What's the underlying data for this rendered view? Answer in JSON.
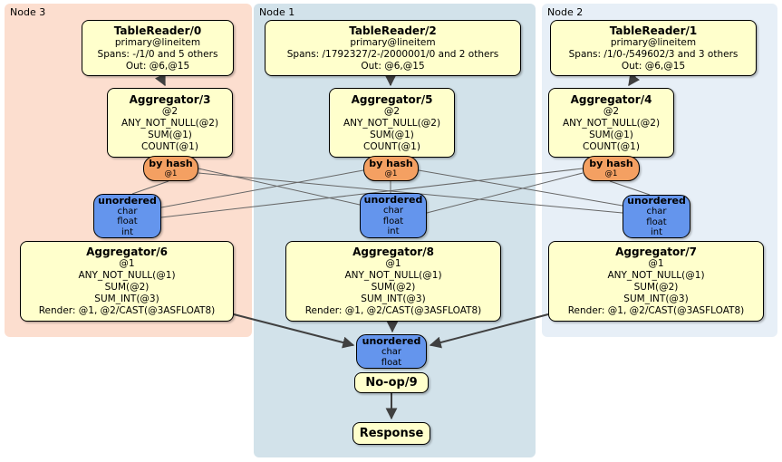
{
  "regions": {
    "node3": {
      "label": "Node 3"
    },
    "node1": {
      "label": "Node 1"
    },
    "node2": {
      "label": "Node 2"
    }
  },
  "processors": {
    "tablereader0": {
      "title": "TableReader/0",
      "lines": [
        "primary@lineitem",
        "Spans: -/1/0 and 5 others",
        "Out: @6,@15"
      ]
    },
    "tablereader2": {
      "title": "TableReader/2",
      "lines": [
        "primary@lineitem",
        "Spans: /1792327/2-/2000001/0 and 2 others",
        "Out: @6,@15"
      ]
    },
    "tablereader1": {
      "title": "TableReader/1",
      "lines": [
        "primary@lineitem",
        "Spans: /1/0-/549602/3 and 3 others",
        "Out: @6,@15"
      ]
    },
    "aggregator3": {
      "title": "Aggregator/3",
      "lines": [
        "@2",
        "ANY_NOT_NULL(@2)",
        "SUM(@1)",
        "COUNT(@1)"
      ]
    },
    "aggregator5": {
      "title": "Aggregator/5",
      "lines": [
        "@2",
        "ANY_NOT_NULL(@2)",
        "SUM(@1)",
        "COUNT(@1)"
      ]
    },
    "aggregator4": {
      "title": "Aggregator/4",
      "lines": [
        "@2",
        "ANY_NOT_NULL(@2)",
        "SUM(@1)",
        "COUNT(@1)"
      ]
    },
    "aggregator6": {
      "title": "Aggregator/6",
      "lines": [
        "@1",
        "ANY_NOT_NULL(@1)",
        "SUM(@2)",
        "SUM_INT(@3)",
        "Render: @1, @2/CAST(@3ASFLOAT8)"
      ]
    },
    "aggregator8": {
      "title": "Aggregator/8",
      "lines": [
        "@1",
        "ANY_NOT_NULL(@1)",
        "SUM(@2)",
        "SUM_INT(@3)",
        "Render: @1, @2/CAST(@3ASFLOAT8)"
      ]
    },
    "aggregator7": {
      "title": "Aggregator/7",
      "lines": [
        "@1",
        "ANY_NOT_NULL(@1)",
        "SUM(@2)",
        "SUM_INT(@3)",
        "Render: @1, @2/CAST(@3ASFLOAT8)"
      ]
    },
    "noop9": {
      "title": "No-op/9"
    },
    "response": {
      "title": "Response"
    }
  },
  "routers": {
    "node3": {
      "title": "by hash",
      "detail": "@1"
    },
    "node1": {
      "title": "by hash",
      "detail": "@1"
    },
    "node2": {
      "title": "by hash",
      "detail": "@1"
    }
  },
  "synchronizers": {
    "node3": {
      "title": "unordered",
      "types": [
        "char",
        "float",
        "int"
      ]
    },
    "node1": {
      "title": "unordered",
      "types": [
        "char",
        "float",
        "int"
      ]
    },
    "node2": {
      "title": "unordered",
      "types": [
        "char",
        "float",
        "int"
      ]
    },
    "final": {
      "title": "unordered",
      "types": [
        "char",
        "float"
      ]
    }
  },
  "colors": {
    "node3_bg": "#fcdecf",
    "node1_bg": "#d2e2ea",
    "node2_bg": "#e7eff7",
    "processor_fill": "#ffffcc",
    "router_fill": "#f4a062",
    "sync_fill": "#6495ed",
    "edge_thin": "#666666",
    "edge_thick": "#404040"
  }
}
